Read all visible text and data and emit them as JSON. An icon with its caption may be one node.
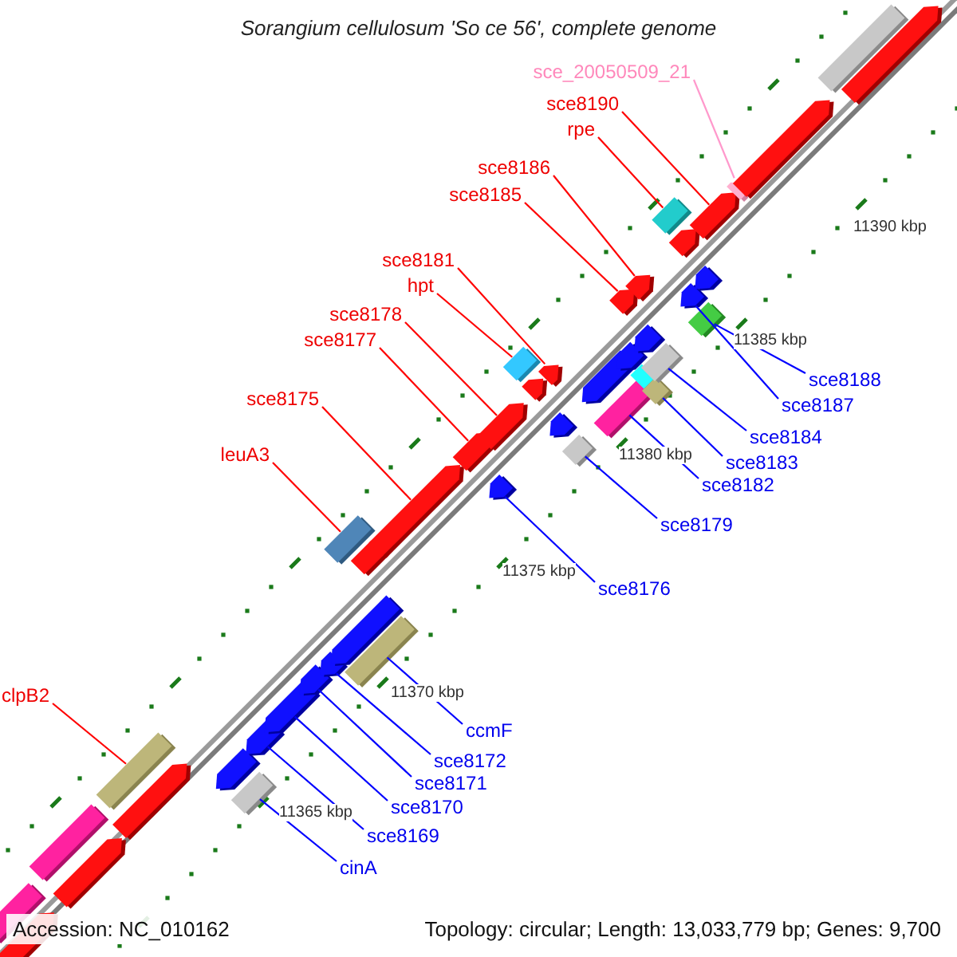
{
  "diagram": {
    "title": "Sorangium cellulosum 'So ce 56', complete genome",
    "nodes": [
      {
        "text": [
          "sce_20050509_21"
        ]
      },
      {
        "text": [
          "sce8190"
        ]
      },
      {
        "text": [
          "rpe"
        ]
      },
      {
        "text": [
          "sce8186"
        ]
      },
      {
        "text": [
          "sce8185"
        ]
      },
      {
        "text": [
          "sce8181"
        ]
      },
      {
        "text": [
          "hpt"
        ]
      },
      {
        "text": [
          "sce8178"
        ]
      },
      {
        "text": [
          "sce8177"
        ]
      },
      {
        "text": [
          "sce8175"
        ]
      },
      {
        "text": [
          "leuA3"
        ]
      },
      {
        "text": [
          "sce8188"
        ]
      },
      {
        "text": [
          "sce8187"
        ]
      },
      {
        "text": [
          "sce8184"
        ]
      },
      {
        "text": [
          "sce8183"
        ]
      },
      {
        "text": [
          "sce8182"
        ]
      },
      {
        "text": [
          "sce8179"
        ]
      },
      {
        "text": [
          "sce8176"
        ]
      },
      {
        "text": [
          "clpB2"
        ]
      },
      {
        "text": [
          "ccmF"
        ]
      },
      {
        "text": [
          "sce8172"
        ]
      },
      {
        "text": [
          "sce8171"
        ]
      },
      {
        "text": [
          "sce8170"
        ]
      },
      {
        "text": [
          "sce8169"
        ]
      },
      {
        "text": [
          "cinA"
        ]
      },
      {
        "text": [],
        "shape": "box"
      },
      {
        "text": [],
        "shape": "pentagon"
      },
      {
        "text": [],
        "shape": "box"
      },
      {
        "text": [],
        "shape": "pentagon"
      },
      {
        "text": [],
        "shape": "box"
      },
      {
        "text": [],
        "shape": "pentagon"
      },
      {
        "text": [],
        "shape": "pentagon"
      },
      {
        "text": [],
        "shape": "box"
      },
      {
        "text": [],
        "shape": "pentagon"
      },
      {
        "text": [],
        "shape": "pentagon"
      },
      {
        "text": [],
        "shape": "pentagon"
      },
      {
        "text": [],
        "shape": "pentagon"
      },
      {
        "text": [],
        "shape": "box"
      },
      {
        "text": [],
        "shape": "pentagon"
      },
      {
        "text": [],
        "shape": "pentagon"
      },
      {
        "text": [],
        "shape": "box"
      },
      {
        "text": [],
        "shape": "pentagon"
      },
      {
        "text": [],
        "shape": "pentagon"
      },
      {
        "text": [],
        "shape": "pentagon"
      },
      {
        "text": [],
        "shape": "pentagon"
      },
      {
        "text": [],
        "shape": "box"
      },
      {
        "text": [],
        "shape": "pentagon"
      },
      {
        "text": [],
        "shape": "pentagon"
      },
      {
        "text": [],
        "shape": "pentagon"
      },
      {
        "text": [],
        "shape": "box"
      },
      {
        "text": [],
        "shape": "pentagon"
      },
      {
        "text": [],
        "shape": "box"
      },
      {
        "text": [],
        "shape": "pentagon"
      },
      {
        "text": [],
        "shape": "pentagon"
      },
      {
        "text": [],
        "shape": "pentagon"
      },
      {
        "text": [],
        "shape": "box"
      },
      {
        "text": [],
        "shape": "pentagon"
      },
      {
        "text": [],
        "shape": "box"
      },
      {
        "text": [],
        "shape": "box"
      },
      {
        "text": [],
        "shape": "box"
      },
      {
        "text": [],
        "shape": "pentagon"
      },
      {
        "text": [],
        "shape": "pentagon"
      },
      {
        "text": [],
        "shape": "pentagon"
      },
      {
        "text": [],
        "shape": "box"
      },
      {
        "text": [],
        "shape": "pentagon"
      },
      {
        "text": [],
        "shape": "pentagon"
      },
      {
        "text": [],
        "shape": "pentagon"
      },
      {
        "text": [],
        "shape": "box"
      },
      {
        "text": [],
        "shape": "pentagon"
      }
    ],
    "edges": [
      {
        "from": 0,
        "to": 65,
        "arrow": "none",
        "color": "#ff99cc"
      },
      {
        "from": 1,
        "to": 64,
        "arrow": "none",
        "color": "#ff0000"
      },
      {
        "from": 2,
        "to": 59,
        "arrow": "none",
        "color": "#ff0000"
      },
      {
        "from": 3,
        "to": 54,
        "arrow": "none",
        "color": "#ff0000"
      },
      {
        "from": 4,
        "to": 52,
        "arrow": "none",
        "color": "#ff0000"
      },
      {
        "from": 5,
        "to": 47,
        "arrow": "none",
        "color": "#ff0000"
      },
      {
        "from": 6,
        "to": 45,
        "arrow": "none",
        "color": "#ff0000"
      },
      {
        "from": 7,
        "to": 44,
        "arrow": "none",
        "color": "#ff0000"
      },
      {
        "from": 8,
        "to": 42,
        "arrow": "none",
        "color": "#ff0000"
      },
      {
        "from": 9,
        "to": 41,
        "arrow": "none",
        "color": "#ff0000"
      },
      {
        "from": 10,
        "to": 37,
        "arrow": "none",
        "color": "#ff0000"
      },
      {
        "from": 11,
        "to": 63,
        "arrow": "none"
      },
      {
        "from": 12,
        "to": 61,
        "arrow": "none"
      },
      {
        "from": 13,
        "to": 58,
        "arrow": "none"
      },
      {
        "from": 14,
        "to": 57,
        "arrow": "none"
      },
      {
        "from": 15,
        "to": 51,
        "arrow": "none"
      },
      {
        "from": 16,
        "to": 49,
        "arrow": "none"
      },
      {
        "from": 17,
        "to": 43,
        "arrow": "none"
      },
      {
        "from": 18,
        "to": 29,
        "arrow": "none",
        "color": "#ff0000"
      },
      {
        "from": 19,
        "to": 40,
        "arrow": "none"
      },
      {
        "from": 20,
        "to": 36,
        "arrow": "none"
      },
      {
        "from": 21,
        "to": 35,
        "arrow": "none"
      },
      {
        "from": 22,
        "to": 34,
        "arrow": "none"
      },
      {
        "from": 23,
        "to": 33,
        "arrow": "none"
      },
      {
        "from": 24,
        "to": 32,
        "arrow": "none"
      }
    ],
    "labels": [
      "11390 kbp",
      "11385 kbp",
      "11380 kbp",
      "11375 kbp",
      "11370 kbp",
      "11365 kbp",
      "Accession: NC_010162",
      "Topology: circular; Length: 13,033,779 bp; Genes: 9,700"
    ]
  }
}
